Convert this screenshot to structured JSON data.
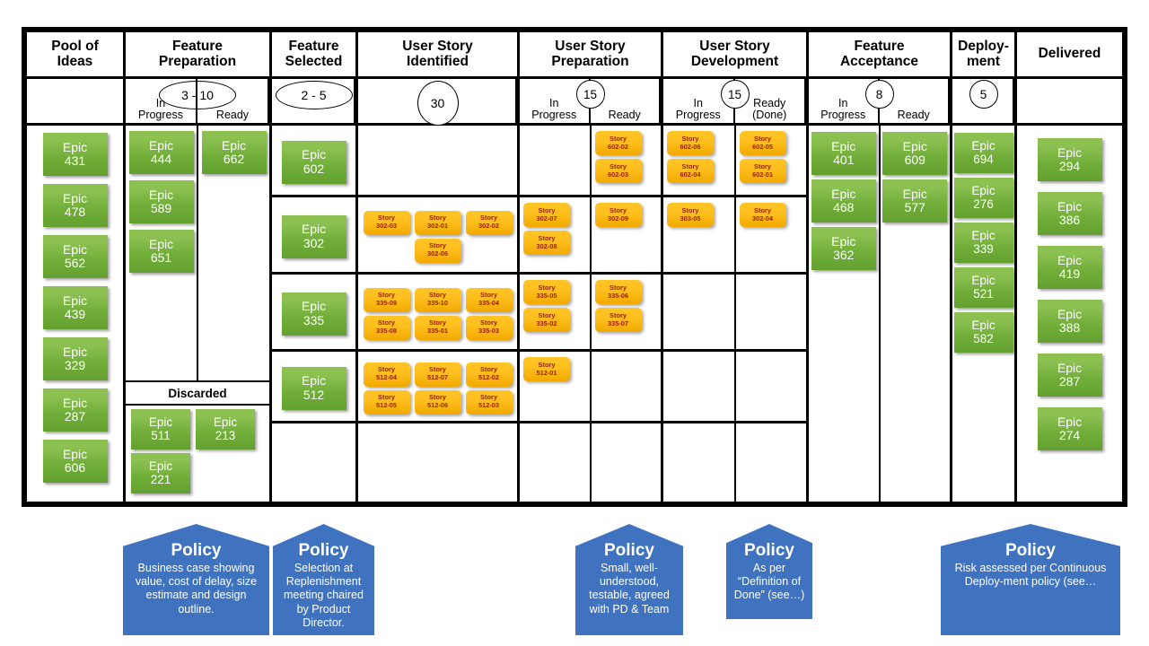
{
  "board": {
    "columns": [
      {
        "id": "pool-of-ideas",
        "title_lines": [
          "Pool of",
          "Ideas"
        ],
        "wip": null,
        "lanes": [],
        "cards": [
          "Epic 431",
          "Epic 478",
          "Epic 562",
          "Epic 439",
          "Epic 329",
          "Epic 287",
          "Epic 606"
        ]
      },
      {
        "id": "feature-preparation",
        "title_lines": [
          "Feature",
          "Preparation"
        ],
        "wip": "3 - 10",
        "wip_shape": "oval",
        "lanes": [
          {
            "label_lines": [
              "In",
              "Progress"
            ],
            "cards": [
              "Epic 444",
              "Epic 589",
              "Epic 651"
            ]
          },
          {
            "label_lines": [
              "Ready"
            ],
            "cards": [
              "Epic 662"
            ]
          }
        ],
        "discarded_label": "Discarded",
        "discarded_cards": [
          "Epic 511",
          "Epic 213",
          "Epic 221"
        ]
      },
      {
        "id": "feature-selected",
        "title_lines": [
          "Feature",
          "Selected"
        ],
        "wip": "2 - 5",
        "wip_shape": "oval",
        "rows": [
          [
            "Epic 602"
          ],
          [
            "Epic 302"
          ],
          [
            "Epic 335"
          ],
          [
            "Epic 512"
          ],
          []
        ]
      },
      {
        "id": "user-story-identified",
        "title_lines": [
          "User Story",
          "Identified"
        ],
        "wip": "30",
        "wip_shape": "circle-big",
        "rows": [
          [],
          [
            "Story 302-03",
            "Story 302-01",
            "Story 302-02",
            "Story 302-06"
          ],
          [
            "Story 335-09",
            "Story 335-10",
            "Story 335-04",
            "Story 335-08",
            "Story 335-01",
            "Story 335-03"
          ],
          [
            "Story 512-04",
            "Story 512-07",
            "Story 512-02",
            "Story 512-05",
            "Story 512-06",
            "Story 512-03"
          ],
          []
        ]
      },
      {
        "id": "user-story-preparation",
        "title_lines": [
          "User Story",
          "Preparation"
        ],
        "wip": "15",
        "wip_shape": "circle",
        "lanes": [
          {
            "label_lines": [
              "In",
              "Progress"
            ]
          },
          {
            "label_lines": [
              "Ready"
            ]
          }
        ],
        "rows": [
          {
            "in_progress": [],
            "ready": [
              "Story 602-02",
              "Story 602-03"
            ]
          },
          {
            "in_progress": [
              "Story 302-07",
              "Story 302-08"
            ],
            "ready": [
              "Story 302-09"
            ]
          },
          {
            "in_progress": [
              "Story 335-05",
              "Story 335-02"
            ],
            "ready": [
              "Story 335-06",
              "Story 335-07"
            ]
          },
          {
            "in_progress": [
              "Story 512-01"
            ],
            "ready": []
          },
          {
            "in_progress": [],
            "ready": []
          }
        ]
      },
      {
        "id": "user-story-development",
        "title_lines": [
          "User Story",
          "Development"
        ],
        "wip": "15",
        "wip_shape": "circle",
        "lanes": [
          {
            "label_lines": [
              "In",
              "Progress"
            ]
          },
          {
            "label_lines": [
              "Ready",
              "(Done)"
            ]
          }
        ],
        "rows": [
          {
            "in_progress": [
              "Story 602-06",
              "Story 602-04"
            ],
            "ready": [
              "Story 602-05",
              "Story 602-01"
            ]
          },
          {
            "in_progress": [
              "Story 303-05"
            ],
            "ready": [
              "Story 302-04"
            ]
          },
          {
            "in_progress": [],
            "ready": []
          },
          {
            "in_progress": [],
            "ready": []
          },
          {
            "in_progress": [],
            "ready": []
          }
        ]
      },
      {
        "id": "feature-acceptance",
        "title_lines": [
          "Feature",
          "Acceptance"
        ],
        "wip": "8",
        "wip_shape": "circle",
        "lanes": [
          {
            "label_lines": [
              "In",
              "Progress"
            ],
            "cards": [
              "Epic 401",
              "Epic 468",
              "Epic 362"
            ]
          },
          {
            "label_lines": [
              "Ready"
            ],
            "cards": [
              "Epic 609",
              "Epic 577"
            ]
          }
        ]
      },
      {
        "id": "deployment",
        "title_lines": [
          "Deploy-",
          "ment"
        ],
        "wip": "5",
        "wip_shape": "circle",
        "lanes": [],
        "cards": [
          "Epic 694",
          "Epic 276",
          "Epic 339",
          "Epic 521",
          "Epic 582"
        ]
      },
      {
        "id": "delivered",
        "title_lines": [
          "Delivered"
        ],
        "wip": null,
        "lanes": [],
        "cards": [
          "Epic 294",
          "Epic 386",
          "Epic 419",
          "Epic 388",
          "Epic 287",
          "Epic 274"
        ]
      }
    ]
  },
  "policies": [
    {
      "id": "policy-feature-preparation",
      "title": "Policy",
      "text": "Business case showing value, cost of delay, size estimate and design outline."
    },
    {
      "id": "policy-feature-selected",
      "title": "Policy",
      "text": "Selection at Replenishment meeting chaired by Product Director."
    },
    {
      "id": "policy-user-story-preparation",
      "title": "Policy",
      "text": "Small, well-understood, testable, agreed with PD & Team"
    },
    {
      "id": "policy-user-story-development",
      "title": "Policy",
      "text": "As per “Definition of Done” (see…)"
    },
    {
      "id": "policy-deployment",
      "title": "Policy",
      "text": "Risk assessed per Continuous Deploy-ment policy (see…"
    }
  ],
  "colors": {
    "epic_card": "#7cb342",
    "story_card": "#ffbf00",
    "story_text": "#9a1c00",
    "policy": "#3f72bf",
    "border": "#000000"
  }
}
